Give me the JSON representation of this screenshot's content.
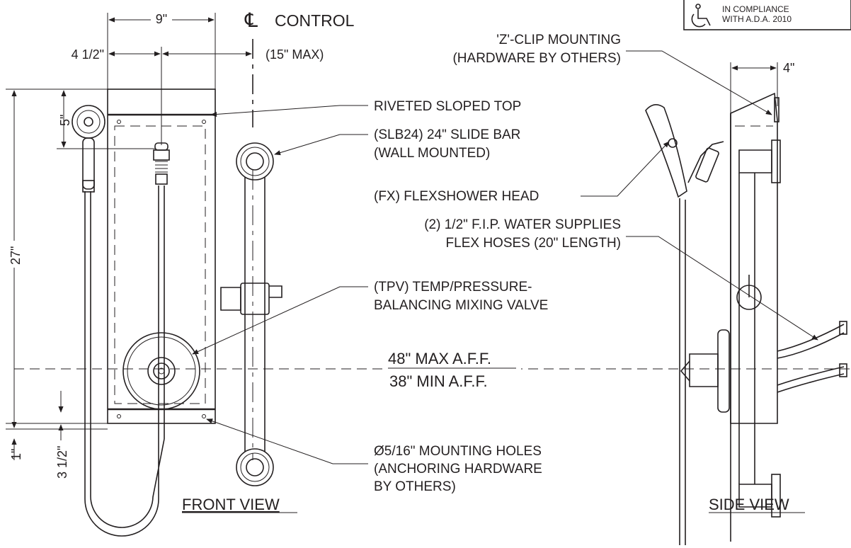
{
  "badge": {
    "line1": "IN COMPLIANCE",
    "line2": "WITH A.D.A. 2010",
    "icon": "wheelchair-icon"
  },
  "centerline": {
    "symbol": "℄",
    "text": "CONTROL"
  },
  "dimensions": {
    "width_top": "9\"",
    "offset_left": "4 1/2\"",
    "max_note": "(15\" MAX)",
    "head_height": "5\"",
    "total_height": "27\"",
    "bottom_gap": "1\"",
    "valve_height": "3 1/2\"",
    "depth": "4\""
  },
  "callouts": {
    "z_clip_1": "'Z'-CLIP MOUNTING",
    "z_clip_2": "(HARDWARE BY OTHERS)",
    "sloped_top": "RIVETED SLOPED TOP",
    "slide_bar_1": "(SLB24) 24\" SLIDE BAR",
    "slide_bar_2": "(WALL MOUNTED)",
    "flex_head": "(FX) FLEXSHOWER HEAD",
    "supplies_1": "(2) 1/2\" F.I.P. WATER SUPPLIES",
    "supplies_2": "FLEX HOSES (20\" LENGTH)",
    "valve_1": "(TPV) TEMP/PRESSURE-",
    "valve_2": "BALANCING MIXING VALVE",
    "max_aff": "48\" MAX A.F.F.",
    "min_aff": "38\" MIN A.F.F.",
    "holes_1": "Ø5/16\" MOUNTING HOLES",
    "holes_2": "(ANCHORING HARDWARE",
    "holes_3": "BY OTHERS)"
  },
  "views": {
    "front": "FRONT VIEW",
    "side": "SIDE VIEW"
  }
}
